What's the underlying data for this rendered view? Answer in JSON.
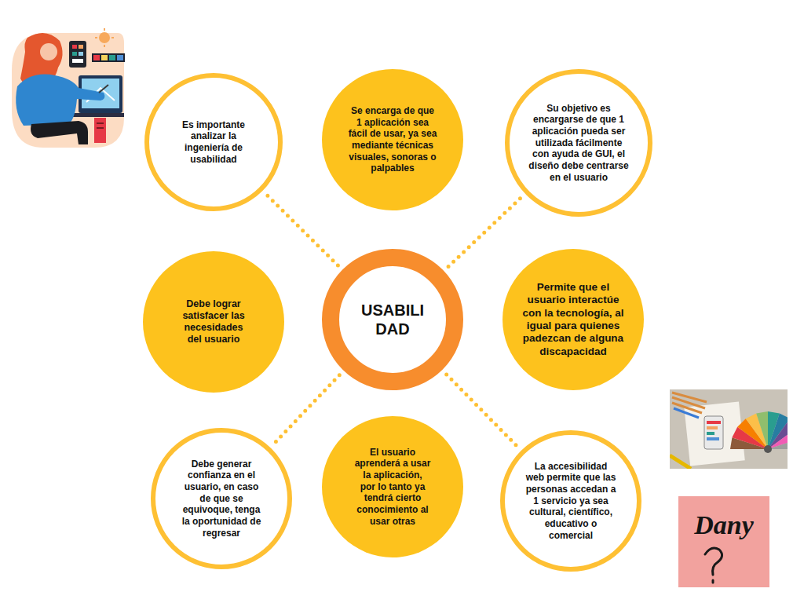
{
  "diagram": {
    "nodes": [
      {
        "text": [
          "Es importante analizar la ingeniería de usabilidad"
        ]
      },
      {
        "text": [
          "Se encarga de que 1 aplicación sea fácil de usar, ya sea mediante técnicas visuales, sonoras o palpables"
        ]
      },
      {
        "text": [
          "Su objetivo es encargarse de que 1 aplicación pueda ser utilizada fácilmente con ayuda de GUI, el diseño debe centrarse en el usuario"
        ]
      },
      {
        "text": [
          "Debe lograr satisfacer las necesidades del usuario"
        ]
      },
      {
        "text": [
          "USABILIDAD"
        ]
      },
      {
        "text": [
          "Permite que el usuario interactúe con la tecnología, al igual para quienes padezcan de alguna discapacidad"
        ]
      },
      {
        "text": [
          "Debe generar confianza en el usuario, en caso de que se equivoque, tenga la oportunidad de regresar"
        ]
      },
      {
        "text": [
          "El usuario aprenderá a usar la aplicación, por lo tanto ya tendrá cierto conocimiento al usar otras"
        ]
      },
      {
        "text": [
          "La accesibilidad web permite que las personas accedan a 1 servicio ya sea cultural, científico, educativo o comercial"
        ]
      }
    ],
    "edges": [
      {
        "from": 4,
        "to": 0,
        "arrow": "none"
      },
      {
        "from": 4,
        "to": 2,
        "arrow": "none"
      },
      {
        "from": 4,
        "to": 6,
        "arrow": "none"
      },
      {
        "from": 4,
        "to": 8,
        "arrow": "none"
      }
    ],
    "labels": [
      "Dany"
    ]
  }
}
